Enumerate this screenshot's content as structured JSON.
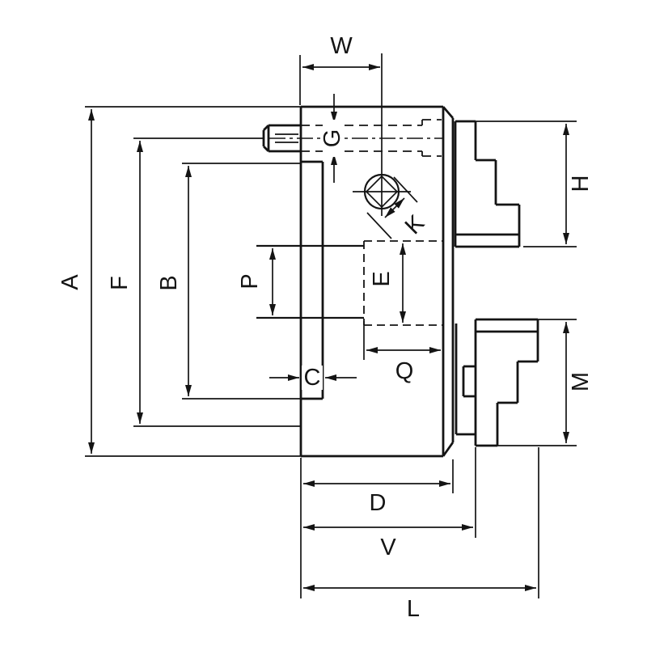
{
  "drawing": {
    "type": "technical-dimension-diagram",
    "subject": "Lathe chuck side cross-section with jaws and dimension callouts",
    "background_color": "#ffffff",
    "line_color": "#141414",
    "labels": {
      "A": "A",
      "B": "B",
      "C": "C",
      "D": "D",
      "E": "E",
      "F": "F",
      "G": "G",
      "H": "H",
      "K": "K",
      "L": "L",
      "M": "M",
      "P": "P",
      "Q": "Q",
      "V": "V",
      "W": "W"
    }
  }
}
